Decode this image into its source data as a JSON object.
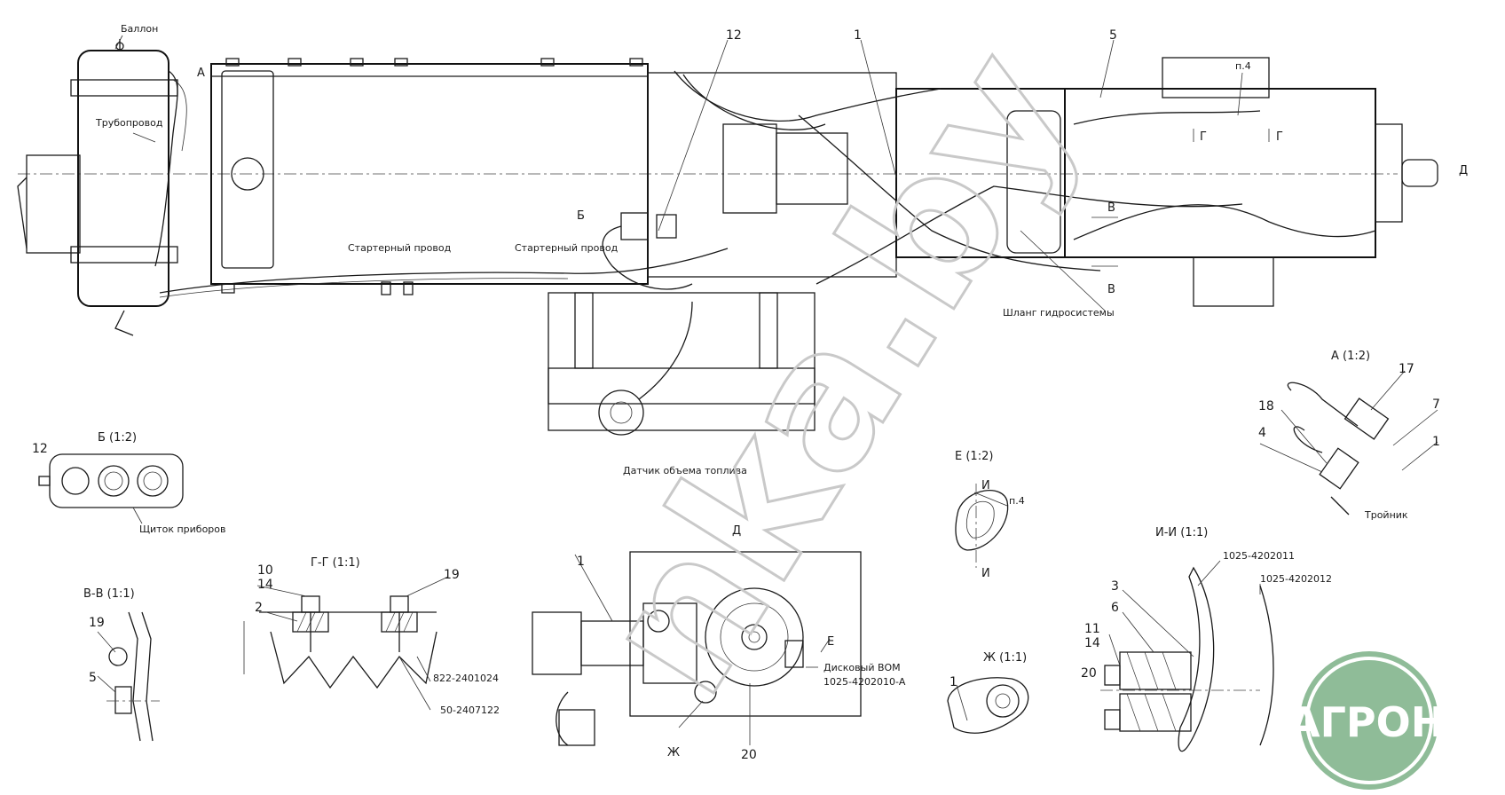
{
  "watermark": "nka.by",
  "logo": "АГРОНКА",
  "colors": {
    "logo_fill": "#8fbc98",
    "logo_ring": "#ffffff",
    "watermark": "#c9c9c9",
    "line": "#1a1a1a"
  },
  "callouts": {
    "c12a": "12",
    "c1a": "1",
    "c5a": "5",
    "c12b": "12",
    "c17": "17",
    "c7": "7",
    "c18": "18",
    "c4": "4",
    "c1b": "1",
    "c10": "10",
    "c14a": "14",
    "c2": "2",
    "c19a": "19",
    "c19b": "19",
    "c5b": "5",
    "c3": "3",
    "c6": "6",
    "c11": "11",
    "c14b": "14",
    "c20a": "20",
    "c1c": "1",
    "c20b": "20",
    "c1d": "1",
    "p4a": "п.4",
    "p4b": "п.4"
  },
  "labels": {
    "ballon": "Баллон",
    "truboprovod": "Трубопровод",
    "starter1": "Стартерный провод",
    "starter2": "Стартерный провод",
    "shlang": "Шланг гидросистемы",
    "datchik": "Датчик объема топлива",
    "shitok": "Щиток приборов",
    "troynik": "Тройник",
    "b22": "822-2401024",
    "s50": "50-2407122",
    "disk": "Дисковый ВОМ",
    "code1": "1025-4202010-А",
    "code2": "1025-4202011",
    "code3": "1025-4202012"
  },
  "views": {
    "A_arrow": "А",
    "B_arrow": "Б",
    "V_arrow1": "В",
    "V_arrow2": "В",
    "G_arrow1": "Г",
    "G_arrow2": "Г",
    "D_arrow": "Д",
    "E_arrow": "Е",
    "I_top": "И",
    "I_bot": "И",
    "B_title": "Б (1:2)",
    "A_title": "А (1:2)",
    "E_title": "Е (1:2)",
    "II_title": "И-И (1:1)",
    "GG_title": "Г-Г (1:1)",
    "VV_title": "В-В (1:1)",
    "D_title": "Д",
    "ZH_title": "Ж (1:1)",
    "ZH_arrow": "Ж"
  }
}
